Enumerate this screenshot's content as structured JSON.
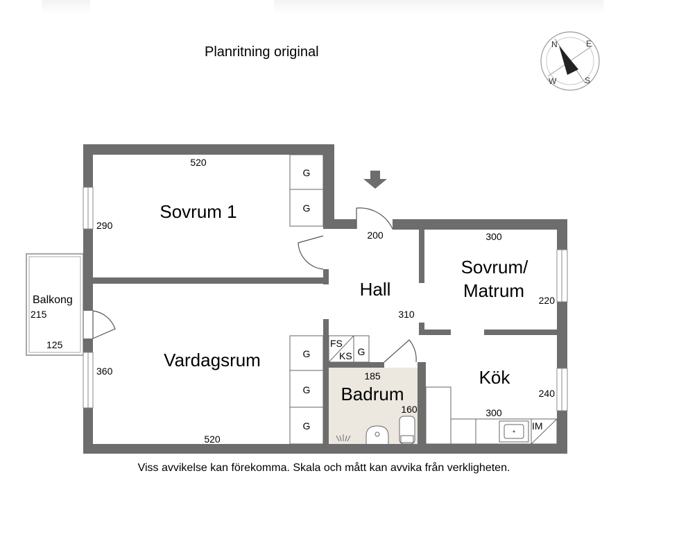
{
  "title": "Planritning original",
  "disclaimer": "Viss avvikelse kan förekomma. Skala och mått kan avvika från verkligheten.",
  "compass": {
    "n": "N",
    "e": "E",
    "s": "S",
    "w": "W"
  },
  "rooms": {
    "sovrum1": "Sovrum 1",
    "hall": "Hall",
    "sovrum_matrum_line1": "Sovrum/",
    "sovrum_matrum_line2": "Matrum",
    "balkong": "Balkong",
    "vardagsrum": "Vardagsrum",
    "badrum": "Badrum",
    "kok": "Kök"
  },
  "dimensions": {
    "sovrum1_width": "520",
    "sovrum1_depth": "290",
    "hall_width": "200",
    "hall_depth": "310",
    "sovrum_matrum_width": "300",
    "sovrum_matrum_depth": "220",
    "balkong_depth": "215",
    "balkong_width": "125",
    "vardagsrum_depth": "360",
    "vardagsrum_width": "520",
    "badrum_width": "185",
    "badrum_depth": "160",
    "kok_width": "300",
    "kok_depth": "240"
  },
  "fixtures": {
    "wardrobe": "G",
    "fs": "FS",
    "ks": "KS",
    "im": "IM"
  },
  "colors": {
    "wall": "#6d6d6d",
    "bathroom_floor": "#ece8e0",
    "fixture_line": "#666666"
  }
}
